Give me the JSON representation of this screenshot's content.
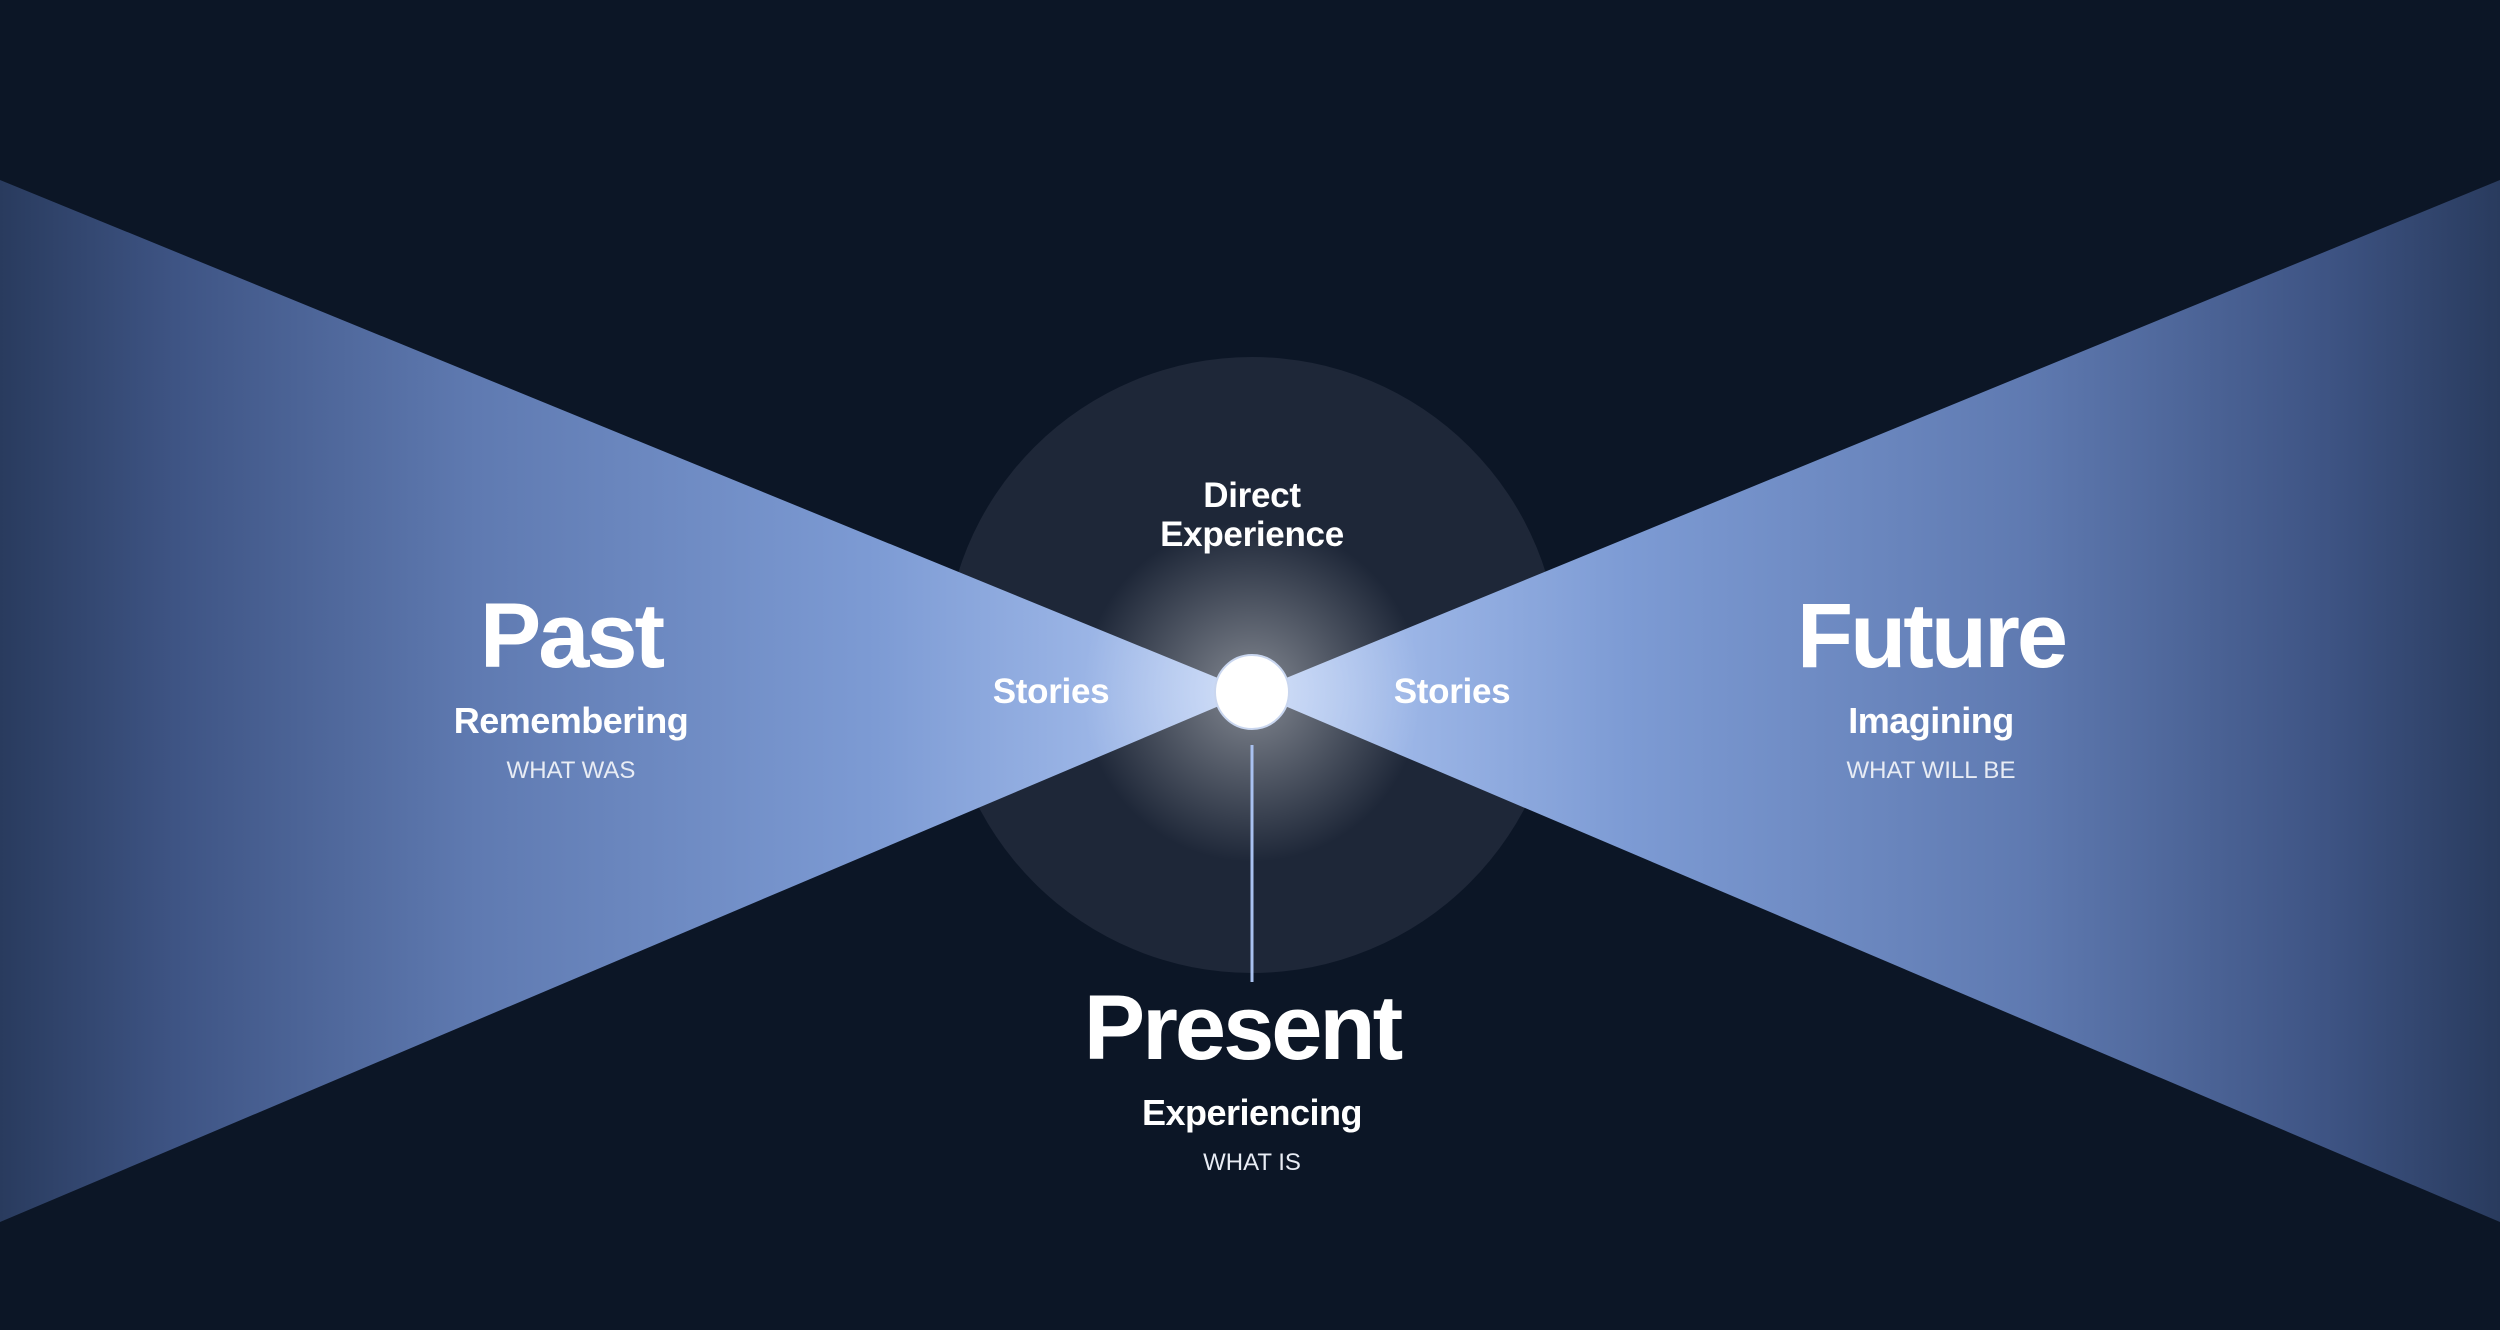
{
  "colors": {
    "background": "#0c1626",
    "circle": "#1e2738",
    "beam_inner": "#a9c1f0",
    "beam_outer": "#2d4166",
    "focal_point": "#ffffff",
    "connector": "#a9c1f0"
  },
  "center": {
    "title_line1": "Direct",
    "title_line2": "Experience",
    "left_label": "Stories",
    "right_label": "Stories"
  },
  "past": {
    "title": "Past",
    "subtitle": "Remembering",
    "caption": "WHAT WAS"
  },
  "present": {
    "title": "Present",
    "subtitle": "Experiencing",
    "caption": "WHAT IS"
  },
  "future": {
    "title": "Future",
    "subtitle": "Imagining",
    "caption": "WHAT WILL BE"
  }
}
